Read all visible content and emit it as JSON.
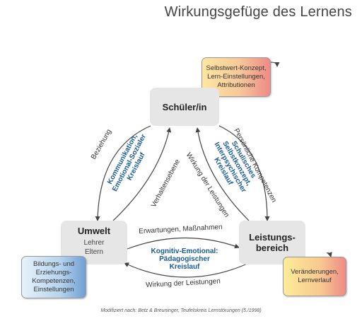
{
  "title": "Wirkungsgefüge des Lernens",
  "nodes": {
    "schueler": {
      "label": "Schüler/in"
    },
    "umwelt": {
      "label": "Umwelt",
      "sub1": "Lehrer",
      "sub2": "Eltern"
    },
    "leistung": {
      "label1": "Leistungs-",
      "label2": "bereich"
    }
  },
  "info_boxes": {
    "selbst": {
      "line1": "Selbstwert-Konzept,",
      "line2": "Lern-Einstellungen,",
      "line3": "Attributionen",
      "color_from": "#ffe6a0",
      "color_to": "#ee8a86"
    },
    "bildung": {
      "line1": "Bildungs- und",
      "line2": "Erziehungs-",
      "line3": "Kompetenzen,",
      "line4": "Einstellungen",
      "color_from": "#e6f2fb",
      "color_to": "#6fa0d4"
    },
    "veraend": {
      "line1": "Veränderungen,",
      "line2": "Lernverlauf",
      "color_from": "#ffeb99",
      "color_to": "#ef8a86"
    }
  },
  "arrow_labels": {
    "beziehung": "Beziehung",
    "verhaltensebene": "Verhaltensebene",
    "persoenliche": "Persönliche Kompetenzen",
    "wirkung_right": "Wirkung der Leistungen",
    "erwartungen": "Erwartungen, Maßnahmen",
    "wirkung_bottom": "Wirkung der Leistungen"
  },
  "cycles": {
    "left": {
      "line1": "Kommunikation,",
      "line2": "Emotional-Sozialer",
      "line3": "Kreislauf"
    },
    "right": {
      "line1": "Schulisches",
      "line2": "Selbstkonzept,",
      "line3": "Interpsychischer",
      "line4": "Kreislauf"
    },
    "bottom": {
      "line1": "Kognitiv-Emotional:",
      "line2": "Pädagogischer",
      "line3": "Kreislauf"
    }
  },
  "footnote": "Modifiziert nach: Betz & Breuninger, Teufelskreis Lernstörungen (5./1998)",
  "colors": {
    "arrow": "#444444",
    "cycle_text": "#1a5a94",
    "node_bg": "#e6e6e6"
  }
}
